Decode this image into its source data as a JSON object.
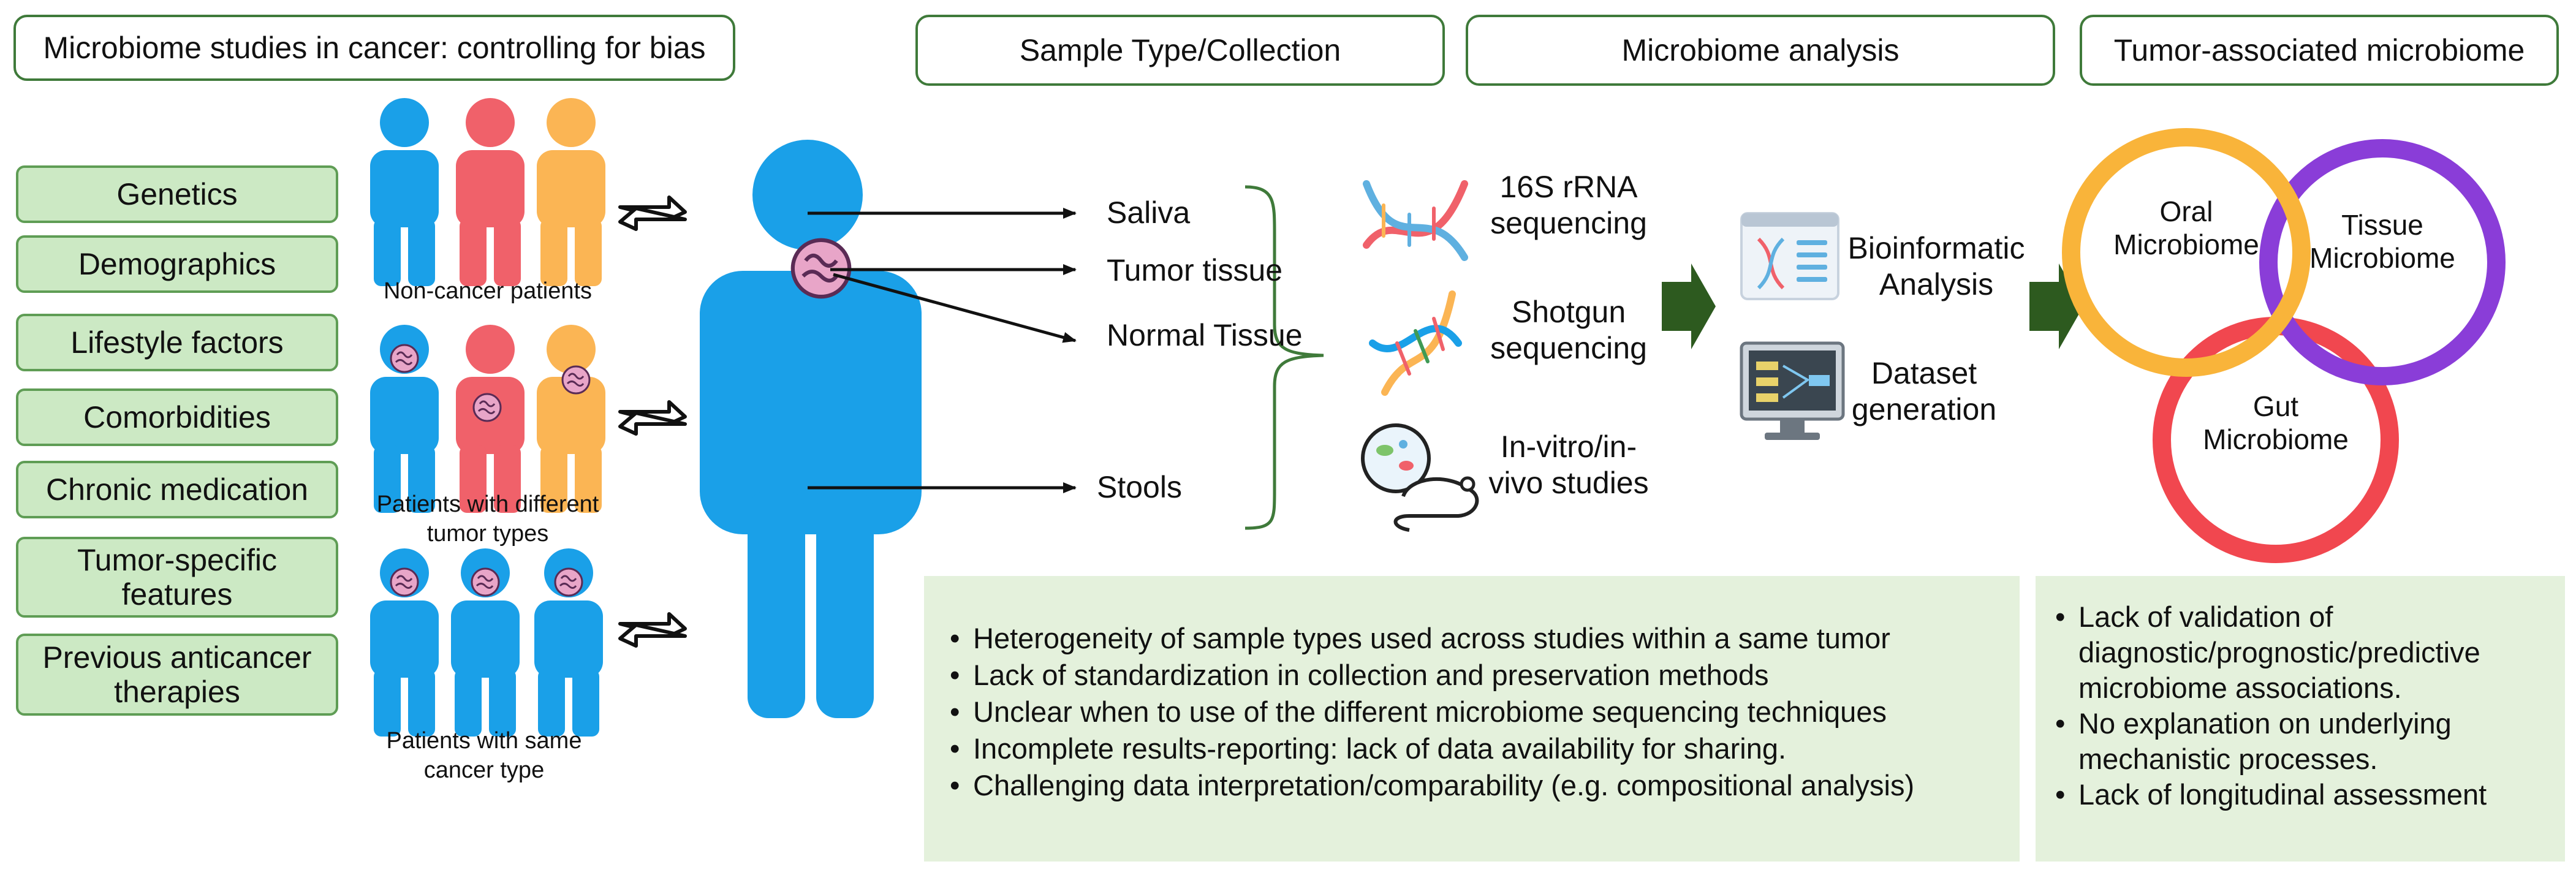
{
  "headers": {
    "main": "Microbiome studies in cancer: controlling for bias",
    "sample": "Sample Type/Collection",
    "analysis": "Microbiome analysis",
    "tumor": "Tumor-associated microbiome"
  },
  "factors": [
    "Genetics",
    "Demographics",
    "Lifestyle factors",
    "Comorbidities",
    "Chronic medication",
    "Tumor-specific features",
    "Previous anticancer therapies"
  ],
  "groups": {
    "non_cancer": "Non-cancer patients",
    "different_types": "Patients with different tumor types",
    "same_type": "Patients with same cancer type"
  },
  "samples": [
    "Saliva",
    "Tumor tissue",
    "Normal Tissue",
    "Stools"
  ],
  "methods": {
    "rrna": "16S rRNA sequencing",
    "shotgun": "Shotgun sequencing",
    "invitro": "In-vitro/in-vivo studies"
  },
  "analysis_steps": {
    "bioinformatic": "Bioinformatic Analysis",
    "dataset": "Dataset generation"
  },
  "circles": {
    "oral": "Oral Microbiome",
    "tissue": "Tissue Microbiome",
    "gut": "Gut Microbiome"
  },
  "bias_points": [
    "Heterogeneity of sample types used across studies within a same tumor",
    "Lack of standardization in collection and preservation methods",
    "Unclear when to use of the different microbiome sequencing techniques",
    "Incomplete results-reporting:  lack of data availability for sharing.",
    "Challenging data interpretation/comparability (e.g. compositional analysis)"
  ],
  "tumor_points": [
    "Lack of validation of diagnostic/prognostic/predictive microbiome associations.",
    "No explanation on underlying mechanistic processes.",
    "Lack of longitudinal assessment"
  ],
  "colors": {
    "person_blue": "#1aa0e8",
    "person_red": "#f0616a",
    "person_orange": "#fbb554",
    "factor_fill": "#cce9c4",
    "panel_fill": "#e4f1dc",
    "header_border": "#3f7a3a",
    "arrow_green": "#2d5a1f",
    "oral_ring": "#f9b43a",
    "tissue_ring": "#8a3dd8",
    "gut_ring": "#f1474f"
  }
}
